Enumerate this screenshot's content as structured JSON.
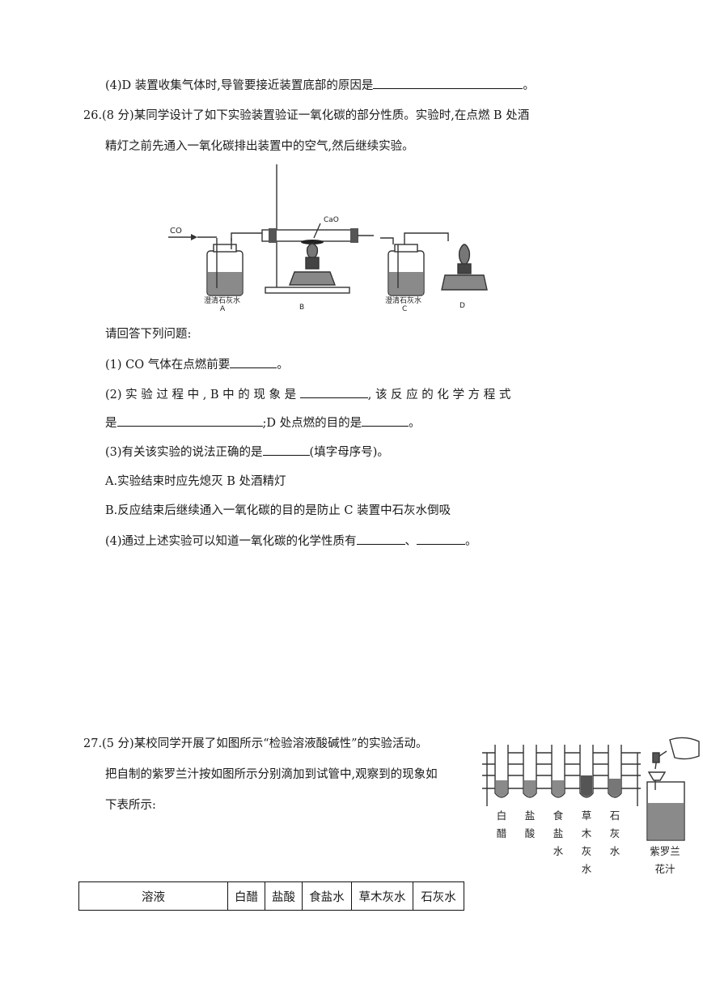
{
  "q25": {
    "part4_text": "(4)D 装置收集气体时,导管要接近装置底部的原因是",
    "end_mark": "。"
  },
  "q26": {
    "stem_line1": "26.(8 分)某同学设计了如下实验装置验证一氧化碳的部分性质。实验时,在点燃 B 处酒",
    "stem_line2": "精灯之前先通入一氧化碳排出装置中的空气,然后继续实验。",
    "figure": {
      "co_label": "CO",
      "cao_label": "CaO",
      "bottle_a_label": "澄清石灰水",
      "letter_a": "A",
      "letter_b": "B",
      "bottle_c_label": "澄清石灰水",
      "letter_c": "C",
      "letter_d": "D"
    },
    "prompt": "请回答下列问题:",
    "p1": "(1) CO 气体在点燃前要",
    "p1_end": "。",
    "p2_a": "(2) 实 验 过 程 中 , B 中 的 现 象 是",
    "p2_b": ", 该 反 应 的 化 学 方 程 式",
    "p2_c": "是",
    "p2_d": ";D 处点燃的目的是",
    "p2_end": "。",
    "p3": "(3)有关该实验的说法正确的是",
    "p3_b": "(填字母序号)。",
    "optA": "A.实验结束时应先熄灭 B 处酒精灯",
    "optB": "B.反应结束后继续通入一氧化碳的目的是防止 C 装置中石灰水倒吸",
    "p4": "(4)通过上述实验可以知道一氧化碳的化学性质有",
    "p4_sep": "、",
    "p4_end": "。"
  },
  "q27": {
    "stem_line1": "27.(5 分)某校同学开展了如图所示“检验溶液酸碱性”的实验活动。",
    "stem_line2": "把自制的紫罗兰汁按如图所示分别滴加到试管中,观察到的现象如",
    "stem_line3": "下表所示:",
    "tube_labels": [
      "白醋",
      "盐酸",
      "食盐水",
      "草木灰水",
      "石灰水"
    ],
    "juice_label": "紫罗兰花汁",
    "table_header": [
      "溶液",
      "白醋",
      "盐酸",
      "食盐水",
      "草木灰水",
      "石灰水"
    ]
  }
}
